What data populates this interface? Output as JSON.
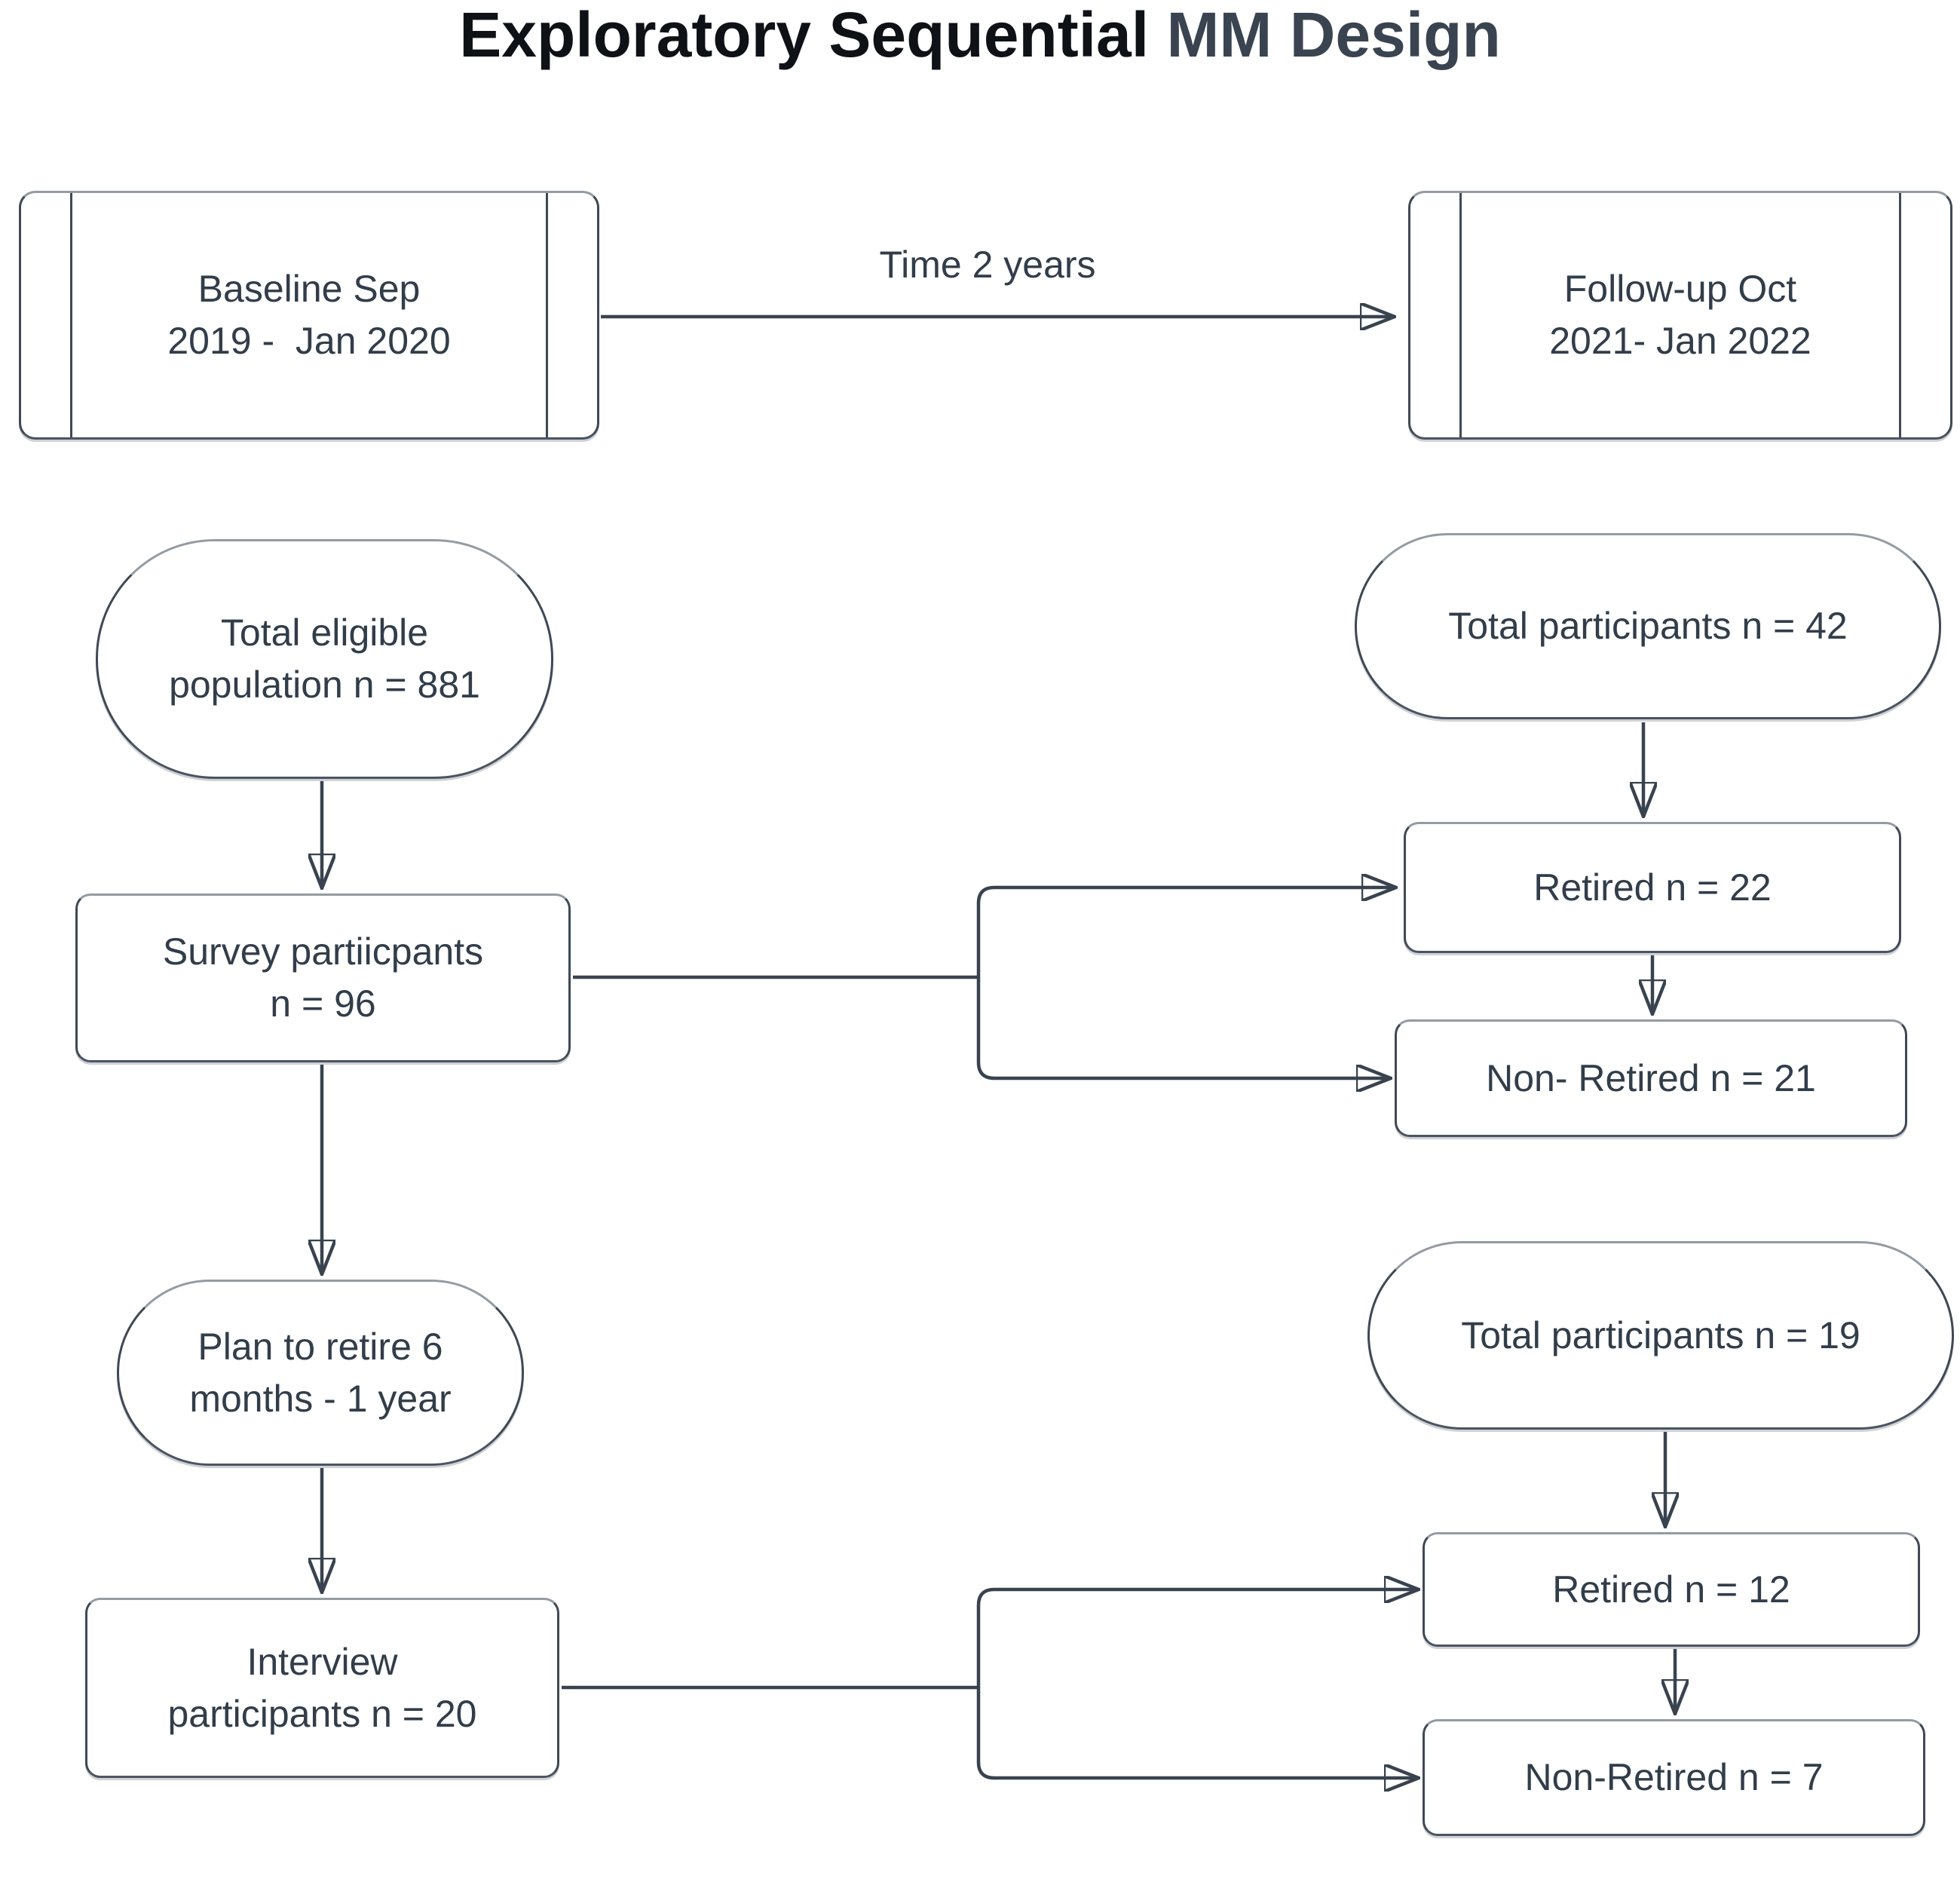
{
  "title": {
    "primary": "Exploratory Sequential",
    "accent": " MM Design"
  },
  "timeline": {
    "baseline_label": "Baseline Sep\n2019 -  Jan 2020",
    "time_arrow_label": "Time 2 years",
    "followup_label": "Follow-up Oct\n2021- Jan 2022"
  },
  "nodes": {
    "eligible": "Total eligible\npopulation n = 881",
    "survey": "Survey partiicpants\nn = 96",
    "plan": "Plan to retire 6\nmonths - 1 year",
    "interview": "Interview\nparticipants n = 20",
    "total42": "Total participants n = 42",
    "retired22": "Retired n = 22",
    "nonretired21": "Non- Retired n = 21",
    "total19": "Total participants n = 19",
    "retired12": "Retired n = 12",
    "nonretired7": "Non-Retired n = 7"
  },
  "colors": {
    "stroke_dark": "#3f4955",
    "stroke_gray": "#949ba3",
    "connector": "#39434f",
    "arrowhead": "#2f3945",
    "text": "#323d4a",
    "title_primary": "#0e1116",
    "title_accent": "#3a4450",
    "background": "#ffffff"
  }
}
